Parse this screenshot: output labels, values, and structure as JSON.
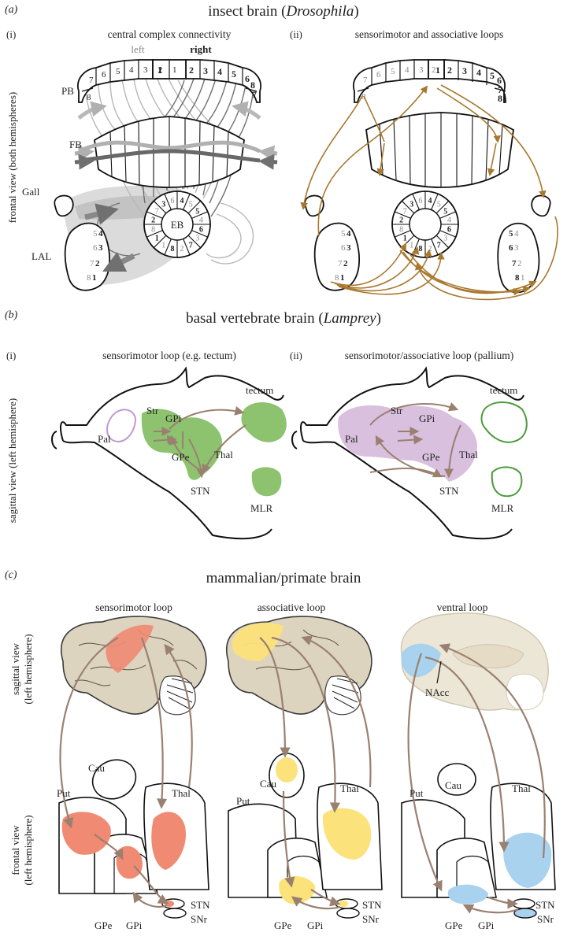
{
  "panel_a": {
    "letter": "(a)",
    "title_prefix": "insect brain (",
    "title_italic": "Drosophila",
    "title_suffix": ")",
    "sub_i": "(i)",
    "sub_ii": "(ii)",
    "heading_i": "central complex connectivity",
    "heading_ii": "sensorimotor and associative loops",
    "side_label": "frontal view (both hemispheres)",
    "left_label": "left",
    "right_label": "right",
    "pb": "PB",
    "fb": "FB",
    "gall": "Gall",
    "lal": "LAL",
    "eb": "EB",
    "pb_left_nums": [
      "8",
      "7",
      "6",
      "5",
      "4",
      "3",
      "2",
      "1"
    ],
    "pb_right_nums": [
      "1",
      "2",
      "3",
      "4",
      "5",
      "6",
      "7",
      "8"
    ],
    "eb_bold_nums": [
      "4",
      "5",
      "6",
      "7",
      "8",
      "1",
      "2",
      "3"
    ],
    "eb_light_nums": [
      "5",
      "4",
      "3",
      "2",
      "1",
      "8",
      "7",
      "6"
    ],
    "lal_i_rows": [
      [
        "5",
        "4"
      ],
      [
        "6",
        "3"
      ],
      [
        "7",
        "2"
      ],
      [
        "8",
        "1"
      ]
    ],
    "lal_ii_right_rows": [
      [
        "5",
        "4"
      ],
      [
        "6",
        "3"
      ],
      [
        "7",
        "2"
      ],
      [
        "8",
        "1"
      ]
    ]
  },
  "panel_b": {
    "letter": "(b)",
    "title_prefix": "basal vertebrate brain (",
    "title_italic": "Lamprey",
    "title_suffix": ")",
    "sub_i": "(i)",
    "sub_ii": "(ii)",
    "heading_i": "sensorimotor loop (e.g. tectum)",
    "heading_ii": "sensorimotor/associative loop (pallium)",
    "side_label": "sagittal view (left hemisphere)",
    "labels": {
      "pal": "Pal",
      "str": "Str",
      "gpi": "GPi",
      "gpe": "GPe",
      "thal": "Thal",
      "stn": "STN",
      "tectum": "tectum",
      "mlr": "MLR"
    }
  },
  "panel_c": {
    "letter": "(c)",
    "title": "mammalian/primate brain",
    "heading_1": "sensorimotor loop",
    "heading_2": "associative loop",
    "heading_3": "ventral loop",
    "side_label_1_a": "sagittal view",
    "side_label_1_b": "(left hemisphere)",
    "side_label_2_a": "frontal view",
    "side_label_2_b": "(left hemisphere)",
    "labels": {
      "cau": "Cau",
      "thal": "Thal",
      "put": "Put",
      "gpe": "GPe",
      "gpi": "GPi",
      "stn": "STN",
      "snr": "SNr",
      "nacc": "NAcc"
    }
  },
  "colors": {
    "outline": "#111111",
    "arrow_brown": "#9a8070",
    "arrow_gold": "#a8782e",
    "lamprey_green": "#8dc26f",
    "lamprey_green_outline": "#4d9a3b",
    "lamprey_purple": "#d8c0de",
    "lamprey_purple_outline": "#b592c2",
    "sensorimotor_red": "#f08a72",
    "associative_yellow": "#fbe27a",
    "ventral_blue": "#a9d2ef",
    "brain_tan": "#ddd4c0",
    "grey_light": "#b8b8b8",
    "grey_dark": "#707070"
  }
}
